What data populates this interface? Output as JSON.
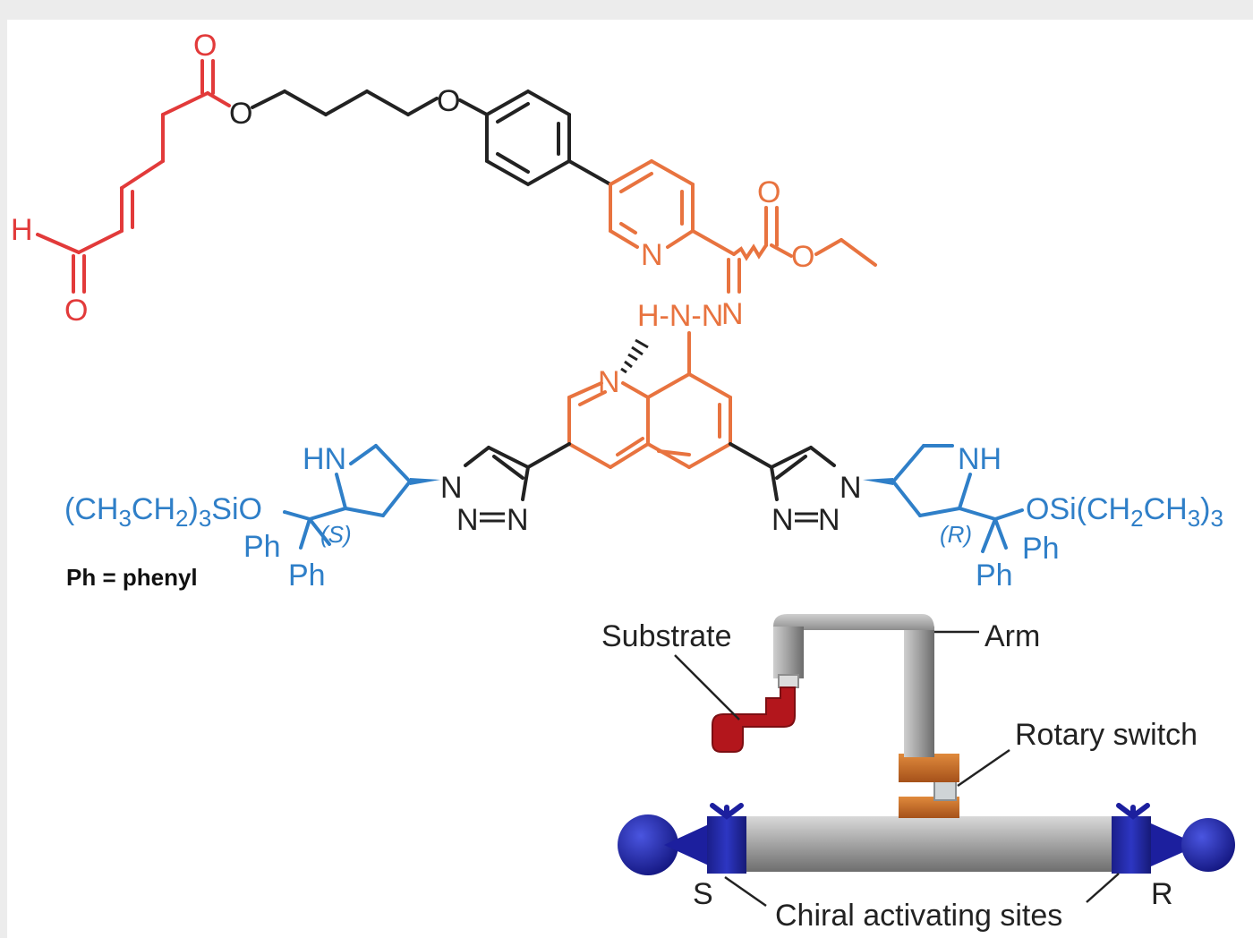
{
  "molecule": {
    "caption": "Ph = phenyl",
    "left_group": [
      "(CH",
      "3",
      "CH",
      "2",
      ")",
      "3",
      "SiO"
    ],
    "right_group": [
      "OSi(CH",
      "2",
      "CH",
      "3",
      ")",
      "3"
    ],
    "atoms": {
      "O": "O",
      "H": "H",
      "N": "N",
      "NH": "NH",
      "HN": "HN",
      "Ph": "Ph",
      "S": "(S)",
      "R": "(R)",
      "HNN": "H-N-N"
    }
  },
  "cartoon": {
    "substrate": "Substrate",
    "arm": "Arm",
    "rotary_switch": "Rotary switch",
    "sites": "Chiral activating sites",
    "s": "S",
    "r": "R"
  },
  "colors": {
    "red": "#e23a3a",
    "orange": "#e8733f",
    "blue": "#2f7fc8",
    "black": "#222222",
    "navy": "#1c1f9e",
    "gray": "#9a9a9a",
    "copper": "#c8661e",
    "crimson": "#b3161c"
  }
}
